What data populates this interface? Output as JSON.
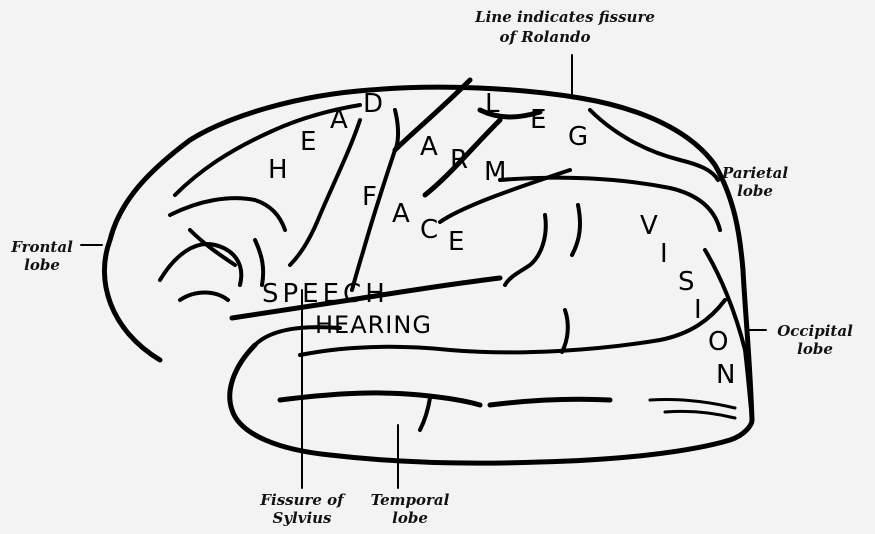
{
  "callouts": {
    "rolando_line1": "Line indicates fissure",
    "rolando_line2": "of Rolando",
    "parietal_line1": "Parietal",
    "parietal_line2": "lobe",
    "frontal_line1": "Frontal",
    "frontal_line2": "lobe",
    "occipital_line1": "Occipital",
    "occipital_line2": "lobe",
    "sylvius_line1": "Fissure of",
    "sylvius_line2": "Sylvius",
    "temporal_line1": "Temporal",
    "temporal_line2": "lobe"
  },
  "regions": {
    "head": "HEAD",
    "leg": "LEG",
    "arm": "ARM",
    "face": "FACE",
    "vision": "VISION",
    "speech": "SPEECH",
    "hearing": "HEARING"
  }
}
